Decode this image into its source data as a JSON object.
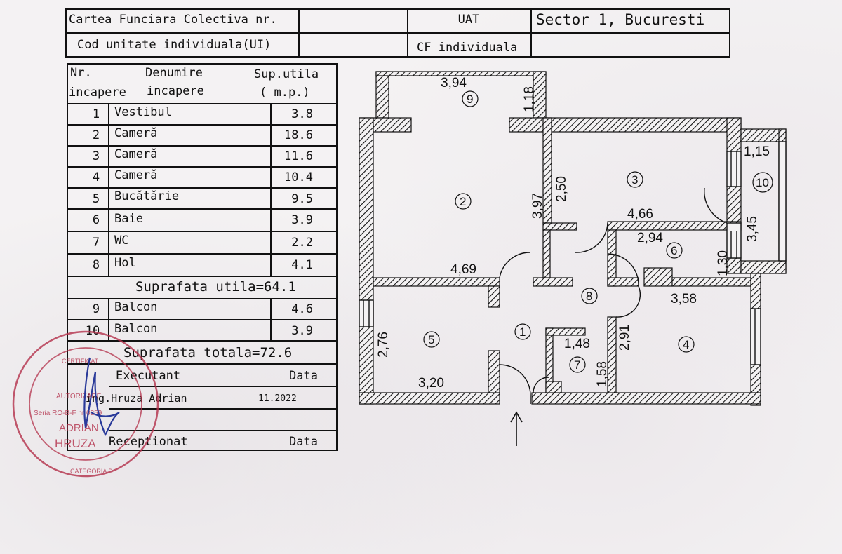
{
  "header": {
    "carte_label": "Cartea Funciara Colectiva nr.",
    "uat_label": "UAT",
    "uat_value": "Sector 1, Bucuresti",
    "cod_label": "Cod unitate individuala(UI)",
    "cf_label": "CF individuala"
  },
  "table": {
    "col_nr": "Nr.",
    "col_nr2": "incapere",
    "col_name": "Denumire",
    "col_name2": "incapere",
    "col_area": "Sup.utila",
    "col_area2": "( m.p.)",
    "rooms": [
      {
        "nr": "1",
        "name": "Vestibul",
        "area": "3.8"
      },
      {
        "nr": "2",
        "name": "Cameră",
        "area": "18.6"
      },
      {
        "nr": "3",
        "name": "Cameră",
        "area": "11.6"
      },
      {
        "nr": "4",
        "name": "Cameră",
        "area": "10.4"
      },
      {
        "nr": "5",
        "name": "Bucătărie",
        "area": "9.5"
      },
      {
        "nr": "6",
        "name": "Baie",
        "area": "3.9"
      },
      {
        "nr": "7",
        "name": "WC",
        "area": "2.2"
      },
      {
        "nr": "8",
        "name": "Hol",
        "area": "4.1"
      }
    ],
    "useful_total": "Suprafata utila=64.1",
    "balconies": [
      {
        "nr": "9",
        "name": "Balcon",
        "area": "4.6"
      },
      {
        "nr": "10",
        "name": "Balcon",
        "area": "3.9"
      }
    ],
    "grand_total": "Suprafata totala=72.6",
    "executant_label": "Executant",
    "data_label": "Data",
    "executant_name": "ing.Hruza  Adrian",
    "executant_date": "11.2022",
    "receptionat_label": "Receptionat",
    "data_label2": "Data"
  },
  "stamp": {
    "line1": "CERTIFICAT",
    "line2": "AUTORIZARE",
    "line3": "Seria RO-B-F nr 0259",
    "line4": "ADRIAN",
    "line5": "HRUZA",
    "line6": "CATEGORIA D",
    "color": "#b3304a"
  },
  "plan": {
    "labels": {
      "d_394": "3,94",
      "d_118": "1,18",
      "d_397": "3,97",
      "d_250": "2,50",
      "d_115": "1,15",
      "d_345": "3,45",
      "d_466": "4,66",
      "d_294": "2,94",
      "d_130": "1,30",
      "d_469": "4,69",
      "d_358": "3,58",
      "d_276": "2,76",
      "d_148": "1,48",
      "d_158": "1,58",
      "d_291": "2,91",
      "d_320": "3,20"
    },
    "rooms": [
      "1",
      "2",
      "3",
      "4",
      "5",
      "6",
      "7",
      "8",
      "9",
      "10"
    ]
  }
}
